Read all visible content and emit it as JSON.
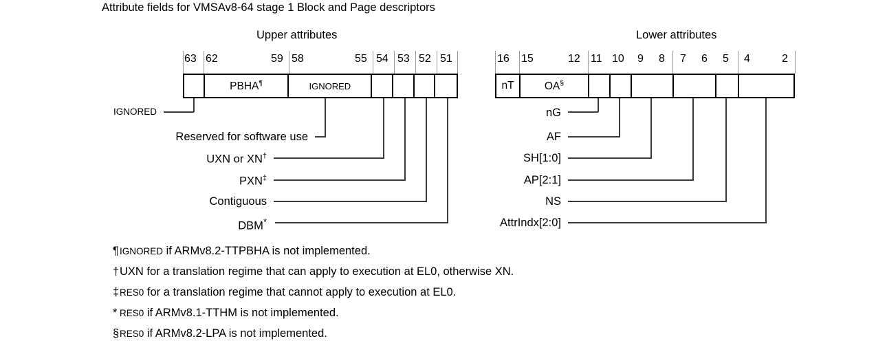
{
  "title": "Attribute fields for VMSAv8-64 stage 1 Block and Page descriptors",
  "groups": {
    "upper_label": "Upper attributes",
    "lower_label": "Lower attributes"
  },
  "upper": {
    "bit_labels": [
      "63",
      "62",
      "59",
      "58",
      "55",
      "54",
      "53",
      "52",
      "51"
    ],
    "cells": [
      {
        "name": "",
        "width": 30
      },
      {
        "name": "PBHA",
        "sup": "¶",
        "width": 124
      },
      {
        "name": "IGNORED",
        "sup": "",
        "width": 122,
        "small": true
      },
      {
        "name": "",
        "width": 31
      },
      {
        "name": "",
        "width": 31
      },
      {
        "name": "",
        "width": 31
      },
      {
        "name": "",
        "width": 31
      }
    ]
  },
  "lower": {
    "bit_labels": [
      "16",
      "15",
      "12",
      "11",
      "10",
      "9",
      "8",
      "7",
      "6",
      "5",
      "4",
      "2"
    ],
    "cells": [
      {
        "name": "nT",
        "sup": "",
        "width": 35
      },
      {
        "name": "OA",
        "sup": "§",
        "width": 100
      },
      {
        "name": "",
        "width": 31
      },
      {
        "name": "",
        "width": 31
      },
      {
        "name": "",
        "width": 61
      },
      {
        "name": "",
        "width": 62
      },
      {
        "name": "",
        "width": 33
      },
      {
        "name": "",
        "width": 79
      }
    ]
  },
  "upper_callouts": [
    {
      "label": "IGNORED",
      "sup": "",
      "smallcaps": true
    },
    {
      "label": "Reserved for software use",
      "sup": ""
    },
    {
      "label": "UXN or XN",
      "sup": "†"
    },
    {
      "label": "PXN",
      "sup": "‡"
    },
    {
      "label": "Contiguous",
      "sup": ""
    },
    {
      "label": "DBM",
      "sup": "*"
    }
  ],
  "lower_callouts": [
    {
      "label": "nG",
      "sup": ""
    },
    {
      "label": "AF",
      "sup": ""
    },
    {
      "label": "SH[1:0]",
      "sup": ""
    },
    {
      "label": "AP[2:1]",
      "sup": ""
    },
    {
      "label": "NS",
      "sup": ""
    },
    {
      "label": "AttrIndx[2:0]",
      "sup": ""
    }
  ],
  "footnotes": [
    {
      "mark": "¶",
      "sc": "IGNORED",
      "text": " if ARMv8.2-TTPBHA is not implemented."
    },
    {
      "mark": "†",
      "sc": "",
      "text": "UXN for a translation regime that can apply to execution at EL0, otherwise XN."
    },
    {
      "mark": "‡",
      "sc": "RES0",
      "text": " for a translation regime that cannot apply to execution at EL0."
    },
    {
      "mark": "*",
      "sc": "RES0",
      "text": " if ARMv8.1-TTHM is not implemented."
    },
    {
      "mark": "§",
      "sc": "RES0",
      "text": " if ARMv8.2-LPA is not implemented."
    }
  ],
  "colors": {
    "ink": "#000000",
    "leader": "#3a3a3a",
    "background": "#ffffff"
  }
}
